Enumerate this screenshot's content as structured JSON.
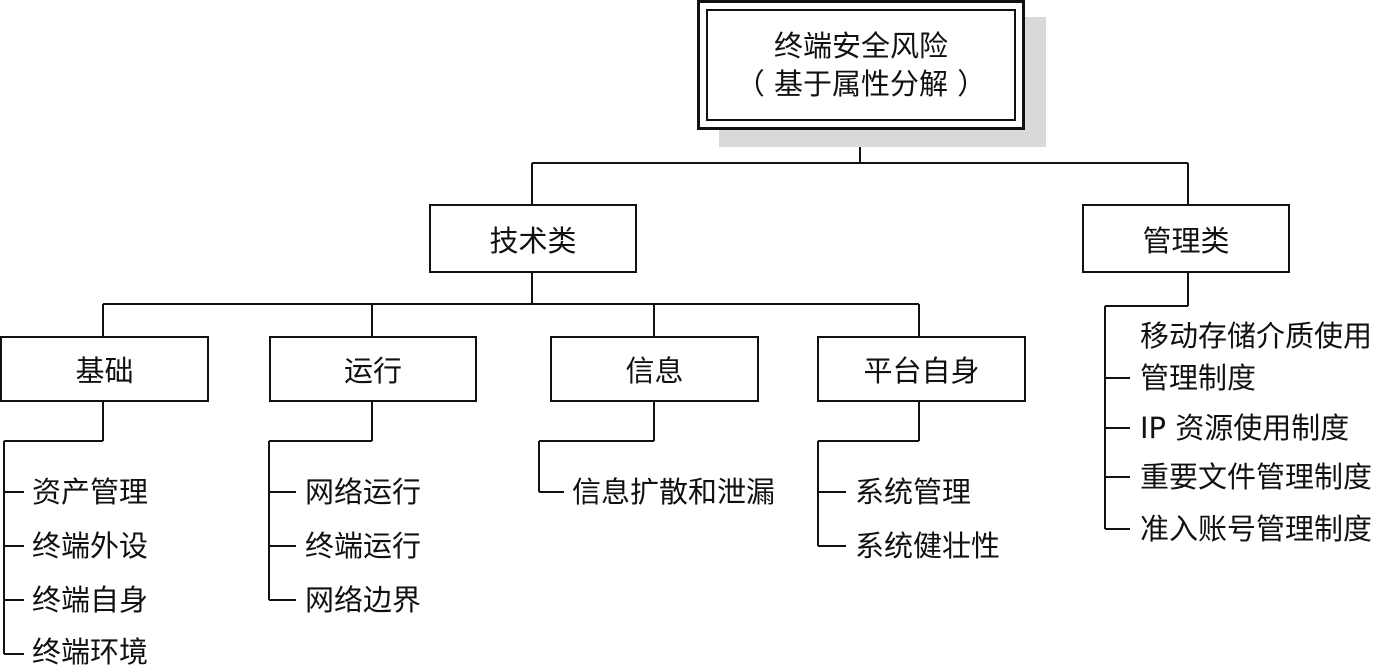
{
  "root": {
    "line1": "终端安全风险",
    "line2": "（ 基于属性分解 ）"
  },
  "technical": {
    "label": "技术类",
    "groups": [
      {
        "label": "基础",
        "items": [
          "资产管理",
          "终端外设",
          "终端自身",
          "终端环境"
        ]
      },
      {
        "label": "运行",
        "items": [
          "网络运行",
          "终端运行",
          "网络边界"
        ]
      },
      {
        "label": "信息",
        "items": [
          "信息扩散和泄漏"
        ]
      },
      {
        "label": "平台自身",
        "items": [
          "系统管理",
          "系统健壮性"
        ]
      }
    ]
  },
  "management": {
    "label": "管理类",
    "items": [
      "移动存储介质使用",
      "管理制度",
      "IP 资源使用制度",
      "重要文件管理制度",
      "准入账号管理制度"
    ]
  }
}
